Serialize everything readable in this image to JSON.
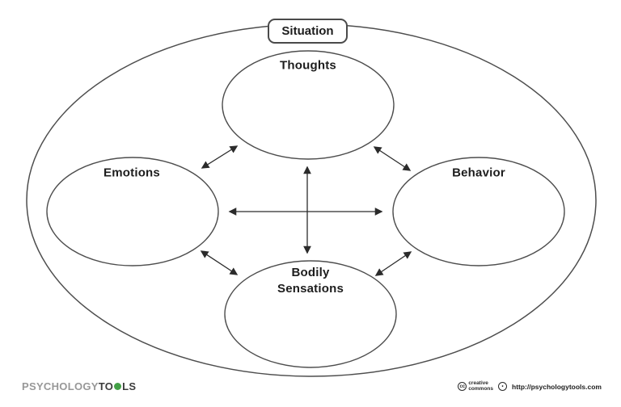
{
  "diagram": {
    "situation_label": "Situation",
    "nodes": {
      "thoughts": "Thoughts",
      "emotions": "Emotions",
      "behavior": "Behavior",
      "bodily_line1": "Bodily",
      "bodily_line2": "Sensations"
    },
    "connections": [
      "thoughts-bodily-sensations",
      "emotions-behavior",
      "thoughts-emotions",
      "thoughts-behavior",
      "emotions-bodily-sensations",
      "behavior-bodily-sensations"
    ]
  },
  "footer": {
    "brand": {
      "part_gray": "PSYCHOLOGY",
      "part_dark1": "TO",
      "part_dark2": "LS"
    },
    "cc": {
      "icon_label": "cc",
      "line1": "creative",
      "line2": "commons"
    },
    "url": "http://psychologytools.com"
  },
  "colors": {
    "ellipse_stroke": "#4d4d4d",
    "arrow_stroke": "#2b2b2b",
    "text": "#1d1d1d",
    "brand_gray": "#989898",
    "brand_dark": "#3c3c3c",
    "brand_green": "#43a047",
    "background": "#ffffff"
  }
}
